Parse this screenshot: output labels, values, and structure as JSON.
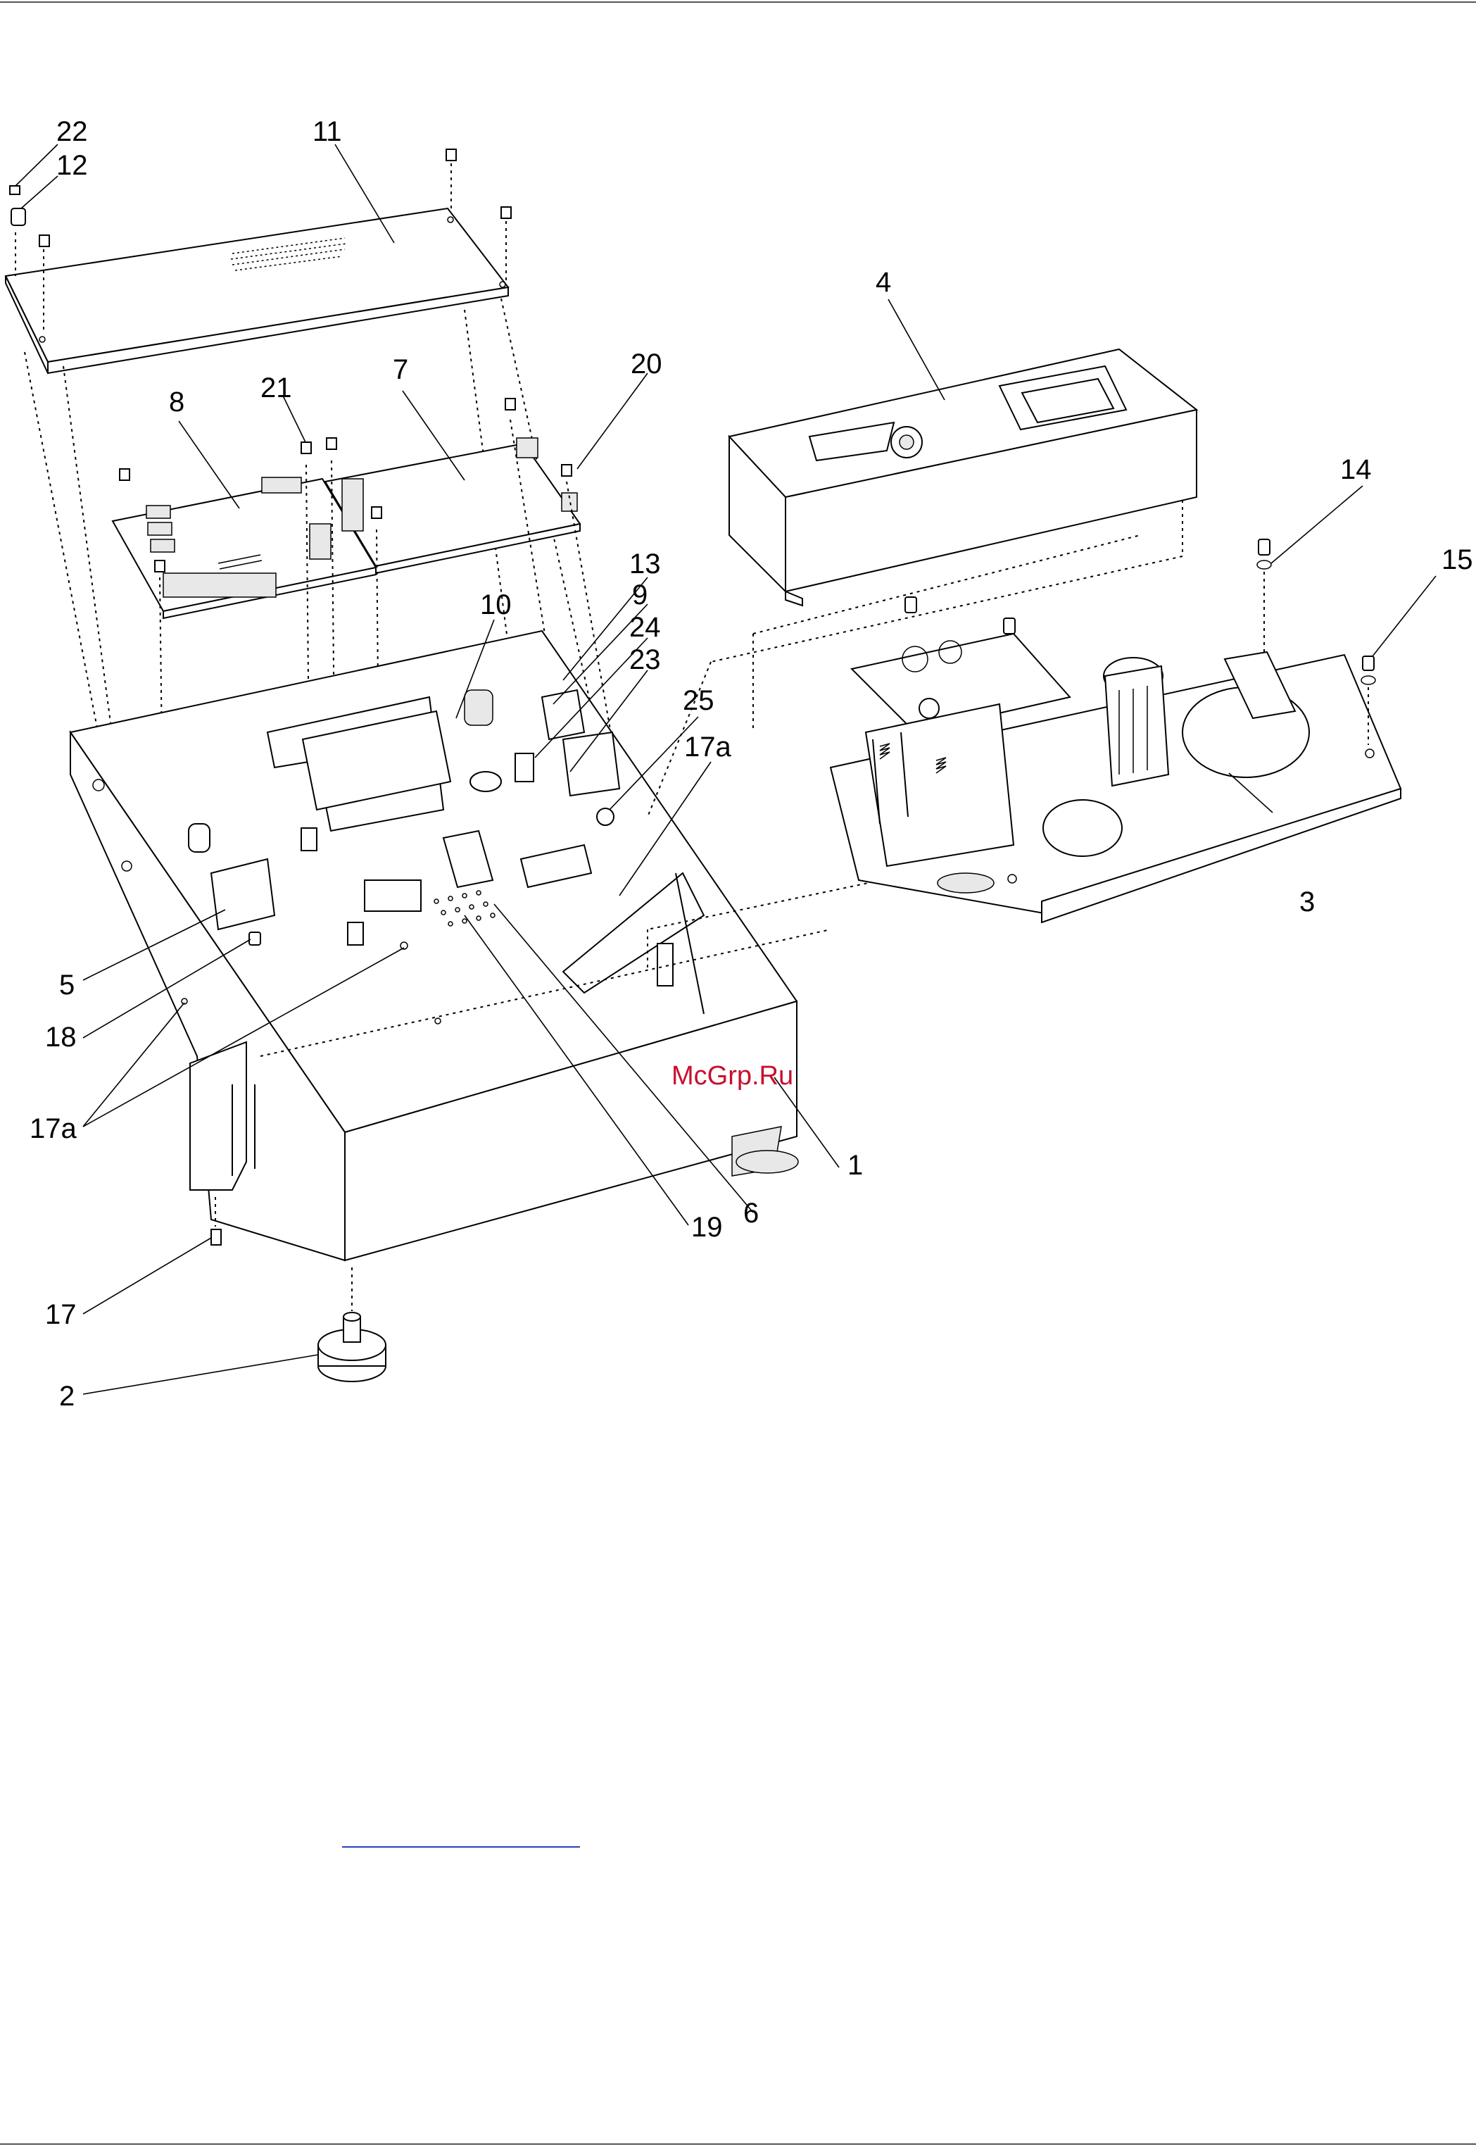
{
  "watermark": "McGrp.Ru",
  "callouts": [
    {
      "id": "22",
      "label": "22"
    },
    {
      "id": "12",
      "label": "12"
    },
    {
      "id": "11",
      "label": "11"
    },
    {
      "id": "8",
      "label": "8"
    },
    {
      "id": "21",
      "label": "21"
    },
    {
      "id": "7",
      "label": "7"
    },
    {
      "id": "20",
      "label": "20"
    },
    {
      "id": "4",
      "label": "4"
    },
    {
      "id": "14",
      "label": "14"
    },
    {
      "id": "15",
      "label": "15"
    },
    {
      "id": "13",
      "label": "13"
    },
    {
      "id": "9",
      "label": "9"
    },
    {
      "id": "10",
      "label": "10"
    },
    {
      "id": "24",
      "label": "24"
    },
    {
      "id": "23",
      "label": "23"
    },
    {
      "id": "25",
      "label": "25"
    },
    {
      "id": "17a-upper",
      "label": "17a"
    },
    {
      "id": "3",
      "label": "3"
    },
    {
      "id": "5",
      "label": "5"
    },
    {
      "id": "18",
      "label": "18"
    },
    {
      "id": "17a-lower",
      "label": "17a"
    },
    {
      "id": "1",
      "label": "1"
    },
    {
      "id": "6",
      "label": "6"
    },
    {
      "id": "19",
      "label": "19"
    },
    {
      "id": "17",
      "label": "17"
    },
    {
      "id": "2",
      "label": "2"
    }
  ],
  "colors": {
    "watermark": "#c8102e",
    "link": "#2a3fbf",
    "line": "#000000"
  }
}
